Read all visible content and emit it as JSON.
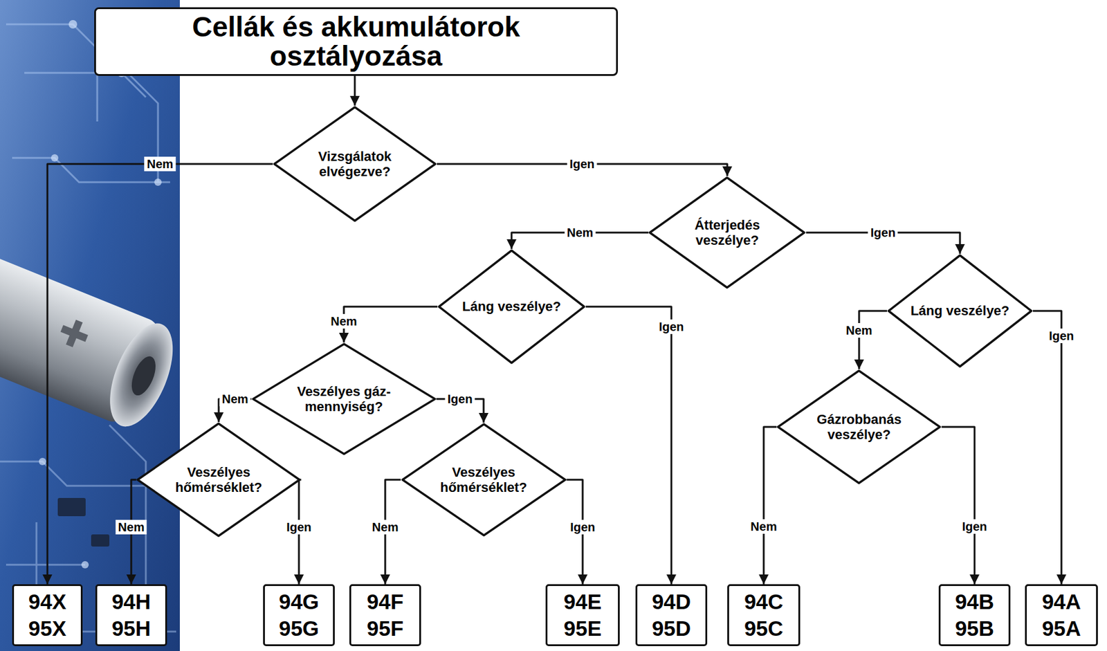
{
  "diagram": {
    "nodes": [
      {
        "text": [
          "Cellák és akkumulátorok osztályozása"
        ]
      },
      {
        "text": [
          "Vizsgálatok elvégezve?"
        ]
      },
      {
        "text": [
          "Átterjedés veszélye?"
        ]
      },
      {
        "text": [
          "Láng veszélye?"
        ]
      },
      {
        "text": [
          "Láng veszélye?"
        ]
      },
      {
        "text": [
          "Veszélyes gáz- mennyiség?"
        ]
      },
      {
        "text": [
          "Gázrobbanás veszélye?"
        ]
      },
      {
        "text": [
          "Veszélyes hőmérséklet?"
        ]
      },
      {
        "text": [
          "Veszélyes hőmérséklet?"
        ]
      },
      {
        "text": [
          "94X",
          "95X"
        ]
      },
      {
        "text": [
          "94H",
          "95H"
        ]
      },
      {
        "text": [
          "94G",
          "95G"
        ]
      },
      {
        "text": [
          "94F",
          "95F"
        ]
      },
      {
        "text": [
          "94E",
          "95E"
        ]
      },
      {
        "text": [
          "94D",
          "95D"
        ]
      },
      {
        "text": [
          "94C",
          "95C"
        ]
      },
      {
        "text": [
          "94B",
          "95B"
        ]
      },
      {
        "text": [
          "94A",
          "95A"
        ]
      }
    ],
    "edges": [
      {
        "from": 0,
        "to": 1,
        "arrow": "to"
      },
      {
        "from": 1,
        "to": 9,
        "label": "Nem",
        "arrow": "to"
      },
      {
        "from": 1,
        "to": 2,
        "label": "Igen",
        "arrow": "to"
      },
      {
        "from": 2,
        "to": 3,
        "label": "Nem",
        "arrow": "to"
      },
      {
        "from": 2,
        "to": 4,
        "label": "Igen",
        "arrow": "to"
      },
      {
        "from": 3,
        "to": 5,
        "label": "Nem",
        "arrow": "to"
      },
      {
        "from": 3,
        "to": 14,
        "label": "Igen",
        "arrow": "to"
      },
      {
        "from": 4,
        "to": 6,
        "label": "Nem",
        "arrow": "to"
      },
      {
        "from": 4,
        "to": 17,
        "label": "Igen",
        "arrow": "to"
      },
      {
        "from": 5,
        "to": 7,
        "label": "Nem",
        "arrow": "to"
      },
      {
        "from": 5,
        "to": 8,
        "label": "Igen",
        "arrow": "to"
      },
      {
        "from": 6,
        "to": 15,
        "label": "Nem",
        "arrow": "to"
      },
      {
        "from": 6,
        "to": 16,
        "label": "Igen",
        "arrow": "to"
      },
      {
        "from": 7,
        "to": 10,
        "label": "Nem",
        "arrow": "to"
      },
      {
        "from": 7,
        "to": 11,
        "label": "Igen",
        "arrow": "to"
      },
      {
        "from": 8,
        "to": 12,
        "label": "Nem",
        "arrow": "to"
      },
      {
        "from": 8,
        "to": 13,
        "label": "Igen",
        "arrow": "to"
      }
    ]
  }
}
